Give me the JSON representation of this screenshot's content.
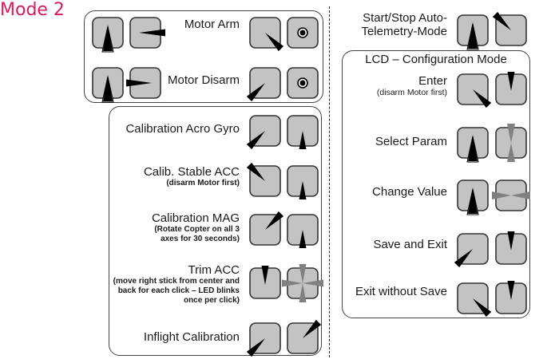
{
  "title": "Mode 2",
  "colors": {
    "title": "#d81b5b",
    "stick_fill": "#c3c3c3",
    "stick_border": "#333333",
    "arrow": "#000000",
    "arrow_gray": "#808080"
  },
  "motor_panel": {
    "rows": [
      {
        "label": "Motor Arm",
        "sticks": [
          "up-full",
          "left",
          "down-right",
          "center-dot"
        ]
      },
      {
        "label": "Motor Disarm",
        "sticks": [
          "up-full",
          "right-from-left",
          "down-left",
          "center-dot"
        ]
      }
    ]
  },
  "calibration_panel": {
    "rows": [
      {
        "label": "Calibration Acro Gyro",
        "sub": "",
        "sticks": [
          "down-left",
          "down"
        ]
      },
      {
        "label": "Calib. Stable ACC",
        "sub": "(disarm Motor first)",
        "sticks": [
          "up-left",
          "down"
        ]
      },
      {
        "label": "Calibration MAG",
        "sub": "(Rotate Copter on all 3 axes for 30 seconds)",
        "sticks": [
          "up-right",
          "down"
        ]
      },
      {
        "label": "Trim ACC",
        "sub": "(move right stick from center and back for each click – LED blinks once per click)",
        "sticks": [
          "up",
          "cross-all"
        ]
      },
      {
        "label": "Inflight Calibration",
        "sub": "",
        "sticks": [
          "down-left",
          "up-right"
        ]
      }
    ]
  },
  "telemetry": {
    "label_line1": "Start/Stop Auto-",
    "label_line2": "Telemetry-Mode",
    "sticks": [
      "up-full",
      "up-left"
    ]
  },
  "lcd_panel": {
    "title": "LCD – Configuration Mode",
    "rows": [
      {
        "label": "Enter",
        "sub": "(disarm Motor first)",
        "sticks": [
          "down-right",
          "up"
        ]
      },
      {
        "label": "Select Param",
        "sub": "",
        "sticks": [
          "up-full",
          "cross-vertical"
        ]
      },
      {
        "label": "Change Value",
        "sub": "",
        "sticks": [
          "up-full",
          "cross-horizontal"
        ]
      },
      {
        "label": "Save and Exit",
        "sub": "",
        "sticks": [
          "down-left",
          "up"
        ]
      },
      {
        "label": "Exit without Save",
        "sub": "",
        "sticks": [
          "down-right",
          "up"
        ]
      }
    ]
  }
}
